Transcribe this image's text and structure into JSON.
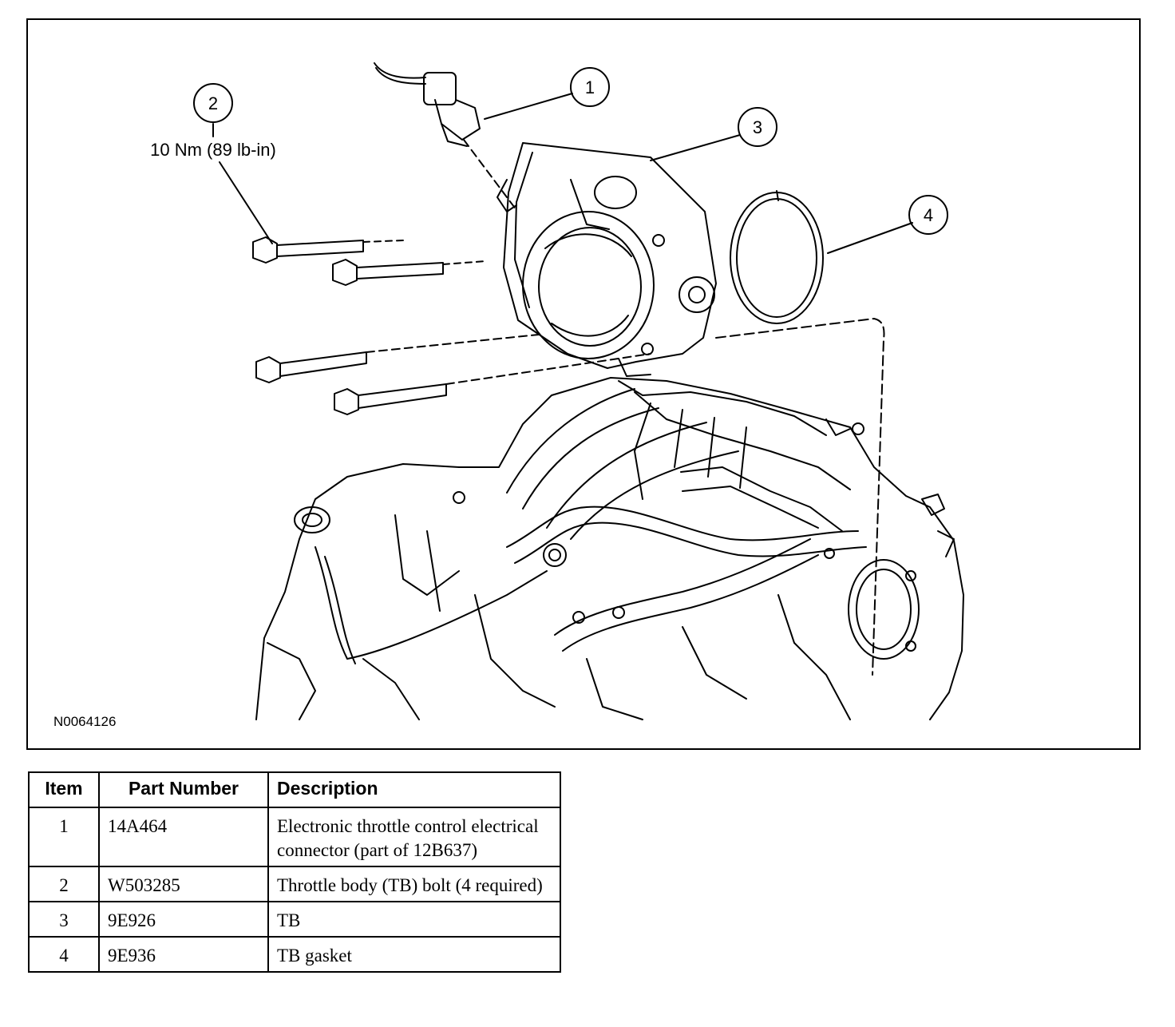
{
  "figure": {
    "id": "N0064126",
    "torque_spec": "10 Nm (89 lb-in)",
    "callouts": [
      "1",
      "2",
      "3",
      "4"
    ]
  },
  "table": {
    "headers": [
      "Item",
      "Part Number",
      "Description"
    ],
    "rows": [
      {
        "item": "1",
        "part_number": "14A464",
        "description": "Electronic throttle control electrical connector (part of 12B637)"
      },
      {
        "item": "2",
        "part_number": "W503285",
        "description": "Throttle body (TB) bolt (4 required)"
      },
      {
        "item": "3",
        "part_number": "9E926",
        "description": "TB"
      },
      {
        "item": "4",
        "part_number": "9E936",
        "description": "TB gasket"
      }
    ]
  }
}
